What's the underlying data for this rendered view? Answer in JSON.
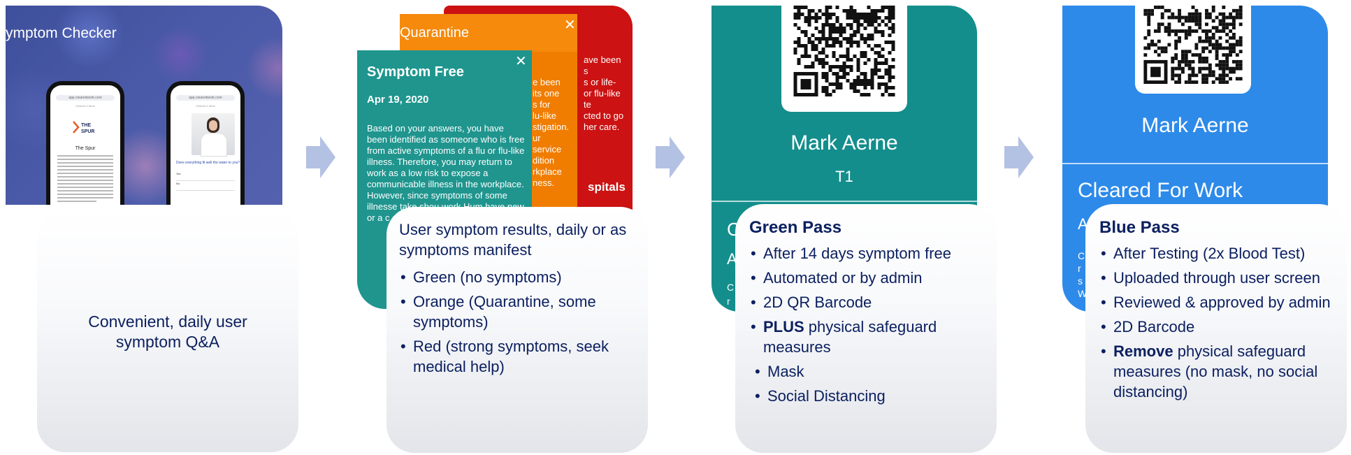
{
  "panel1": {
    "title": "ymptom Checker",
    "phone_left": {
      "url": "app.clearedwork.com",
      "brand": "Cleared 4 Work",
      "logo_line1": "THE",
      "logo_line2": "SPUR",
      "name": "The Spur"
    },
    "phone_right": {
      "url": "app.clearedwork.com",
      "brand": "Cleared 4 Work",
      "question": "Does everything fit well the water to you?",
      "options": [
        "Yes",
        "No"
      ]
    },
    "caption": "Convenient, daily user symptom Q&A"
  },
  "panel2": {
    "red_card": {
      "title": "",
      "body": "ave been\ns\ns or life-\nor flu-like\nte\ncted to go\nher care.",
      "footer": "spitals"
    },
    "orange_card": {
      "title": "Quarantine",
      "body": "e been\nits one\ns for\nlu-like\nstigation.\nur\nservice\ndition\nrkplace\nness."
    },
    "teal_card": {
      "title": "Symptom Free",
      "date": "Apr 19, 2020",
      "body": "Based on your answers, you have been identified as someone who is free from active symptoms of a flu or flu-like illness. Therefore, you may return to work as a low risk to expose a communicable illness in the workplace. However, since symptoms of some illnesse take shou work Hum have new or a c othe"
    },
    "caption": {
      "heading": "User symptom results, daily or as symptoms manifest",
      "items": [
        "Green (no symptoms)",
        "Orange (Quarantine, some symptoms)",
        "Red (strong symptoms, seek medical help)"
      ]
    }
  },
  "panel3": {
    "pass_name": "Mark Aerne",
    "pass_sub": "T1",
    "pass_partial_lines": [
      "C",
      "A",
      "C",
      "r"
    ],
    "caption": {
      "title": "Green Pass",
      "items": [
        {
          "text": "After 14 days symptom free"
        },
        {
          "text": "Automated or by admin"
        },
        {
          "text": "2D QR Barcode"
        },
        {
          "bold": "PLUS",
          "text": " physical safeguard measures"
        }
      ],
      "subitems": [
        "Mask",
        "Social Distancing"
      ]
    }
  },
  "panel4": {
    "pass_name": "Mark Aerne",
    "pass_status": "Cleared For Work",
    "pass_partial_lines": [
      "A",
      "C",
      "r",
      "s",
      "W"
    ],
    "caption": {
      "title": "Blue Pass",
      "items": [
        {
          "text": "After Testing (2x Blood Test)"
        },
        {
          "text": "Uploaded through user screen"
        },
        {
          "text": "Reviewed & approved by admin"
        },
        {
          "text": "2D Barcode"
        },
        {
          "bold": "Remove",
          "text": " physical safeguard measures (no mask, no social distancing)"
        }
      ]
    }
  },
  "colors": {
    "navy_text": "#0c2060",
    "teal": "#1f958e",
    "orange": "#f07d00",
    "red": "#cc1212",
    "green_pass": "#138e8c",
    "blue_pass": "#2d8ae9",
    "arrow": "#b3c1e3"
  },
  "icons": [
    "close-icon",
    "arrow-right-icon",
    "qr-code-icon",
    "spur-logo-icon"
  ]
}
